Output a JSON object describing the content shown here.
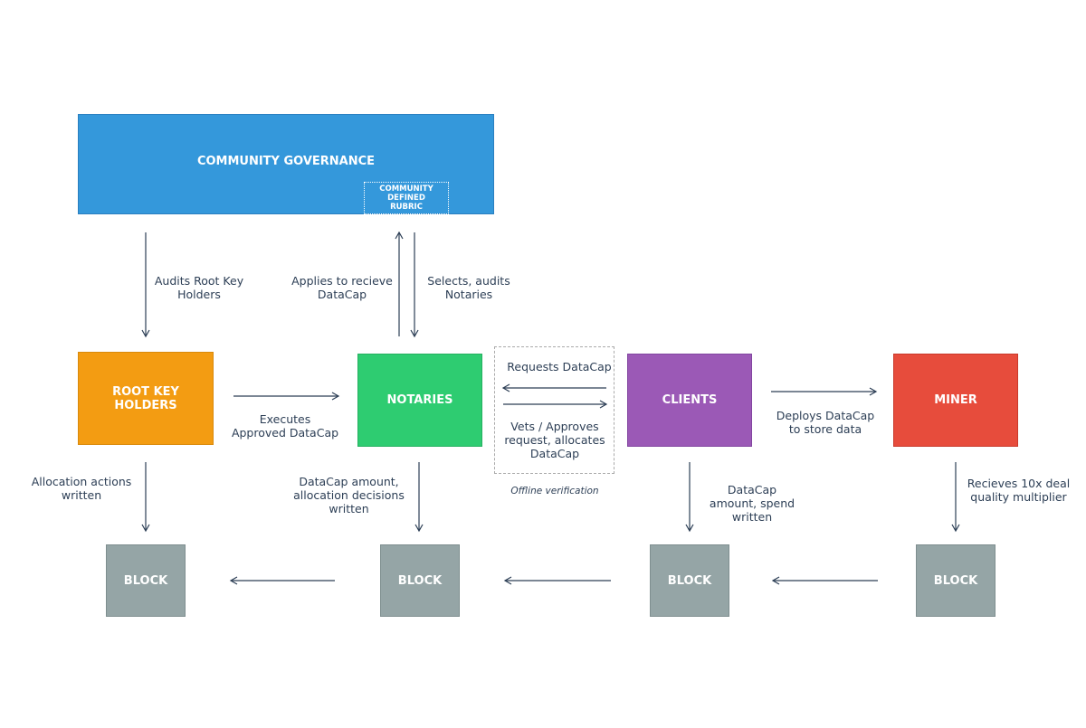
{
  "colors": {
    "governance": "#3498db",
    "root_key_holders": "#f39c12",
    "notaries": "#2ecc71",
    "clients": "#9b59b6",
    "miner": "#e74c3c",
    "block": "#95a5a6",
    "arrow": "#2c3e55",
    "dashed_border": "#aaaaaa"
  },
  "nodes": {
    "governance": "COMMUNITY GOVERNANCE",
    "rubric": "COMMUNITY DEFINED RUBRIC",
    "root_key_holders": "ROOT KEY HOLDERS",
    "notaries": "NOTARIES",
    "clients": "CLIENTS",
    "miner": "MINER",
    "block": "BLOCK"
  },
  "edges": {
    "audits_root_key_holders": "Audits Root Key Holders",
    "applies_to_receive": "Applies to recieve DataCap",
    "selects_audits_notaries": "Selects, audits Notaries",
    "executes_approved": "Executes Approved DataCap",
    "requests_datacap": "Requests DataCap",
    "vets_approves": "Vets / Approves request,  allocates DataCap",
    "deploys_datacap": "Deploys DataCap to store data",
    "allocation_actions": "Allocation actions written",
    "datacap_amount_decisions": "DataCap amount, allocation decisions written",
    "datacap_amount_spend": "DataCap amount, spend written",
    "receives_multiplier": "Recieves 10x deal quality multiplier"
  },
  "annotations": {
    "offline_verification": "Offline verification"
  }
}
